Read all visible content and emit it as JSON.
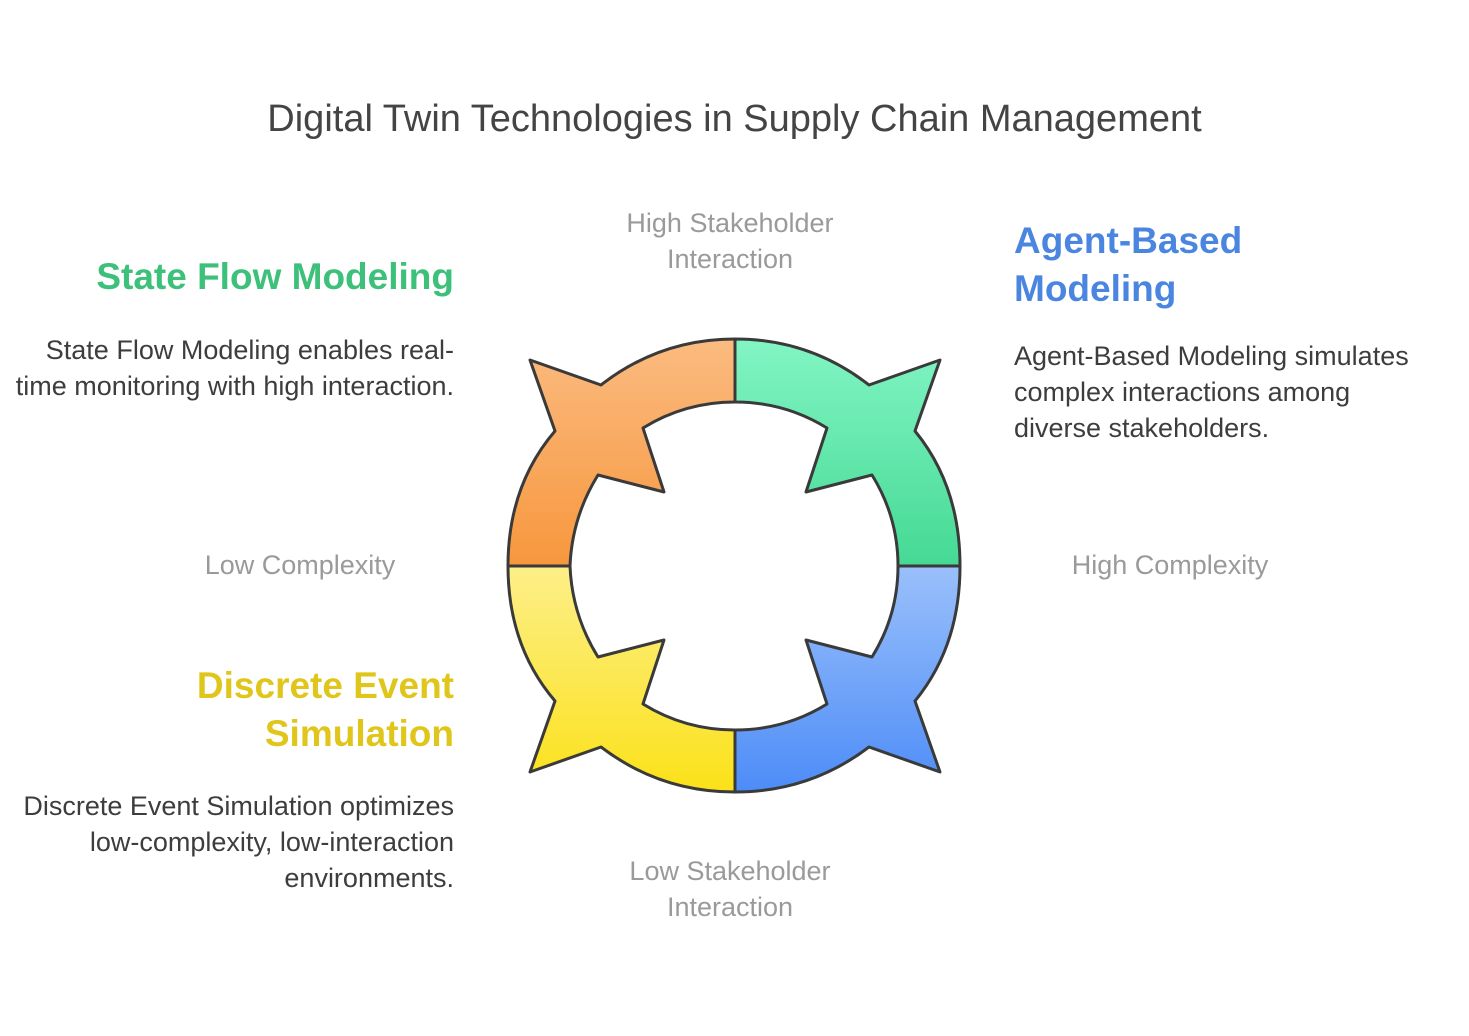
{
  "title": "Digital Twin Technologies in Supply Chain Management",
  "axes": {
    "top": "High Stakeholder Interaction",
    "bottom": "Low Stakeholder Interaction",
    "left": "Low Complexity",
    "right": "High Complexity"
  },
  "quadrants": {
    "state_flow": {
      "heading": "State Flow Modeling",
      "description": "State Flow Modeling enables real-time monitoring with high interaction.",
      "color": "#3cc07a"
    },
    "agent_based": {
      "heading": "Agent-Based Modeling",
      "description": "Agent-Based Modeling simulates complex interactions among diverse stakeholders.",
      "color": "#4a86e0"
    },
    "discrete_event": {
      "heading": "Discrete Event Simulation",
      "description": "Discrete Event Simulation optimizes low-complexity, low-interaction environments.",
      "color": "#e0c61a"
    }
  },
  "segment_colors": {
    "orange": [
      "#fbbb80",
      "#f7973e"
    ],
    "green": [
      "#82f5c4",
      "#45d994"
    ],
    "blue": [
      "#9ac0fb",
      "#4d8cf7"
    ],
    "yellow": [
      "#fdef8a",
      "#fbe118"
    ]
  }
}
